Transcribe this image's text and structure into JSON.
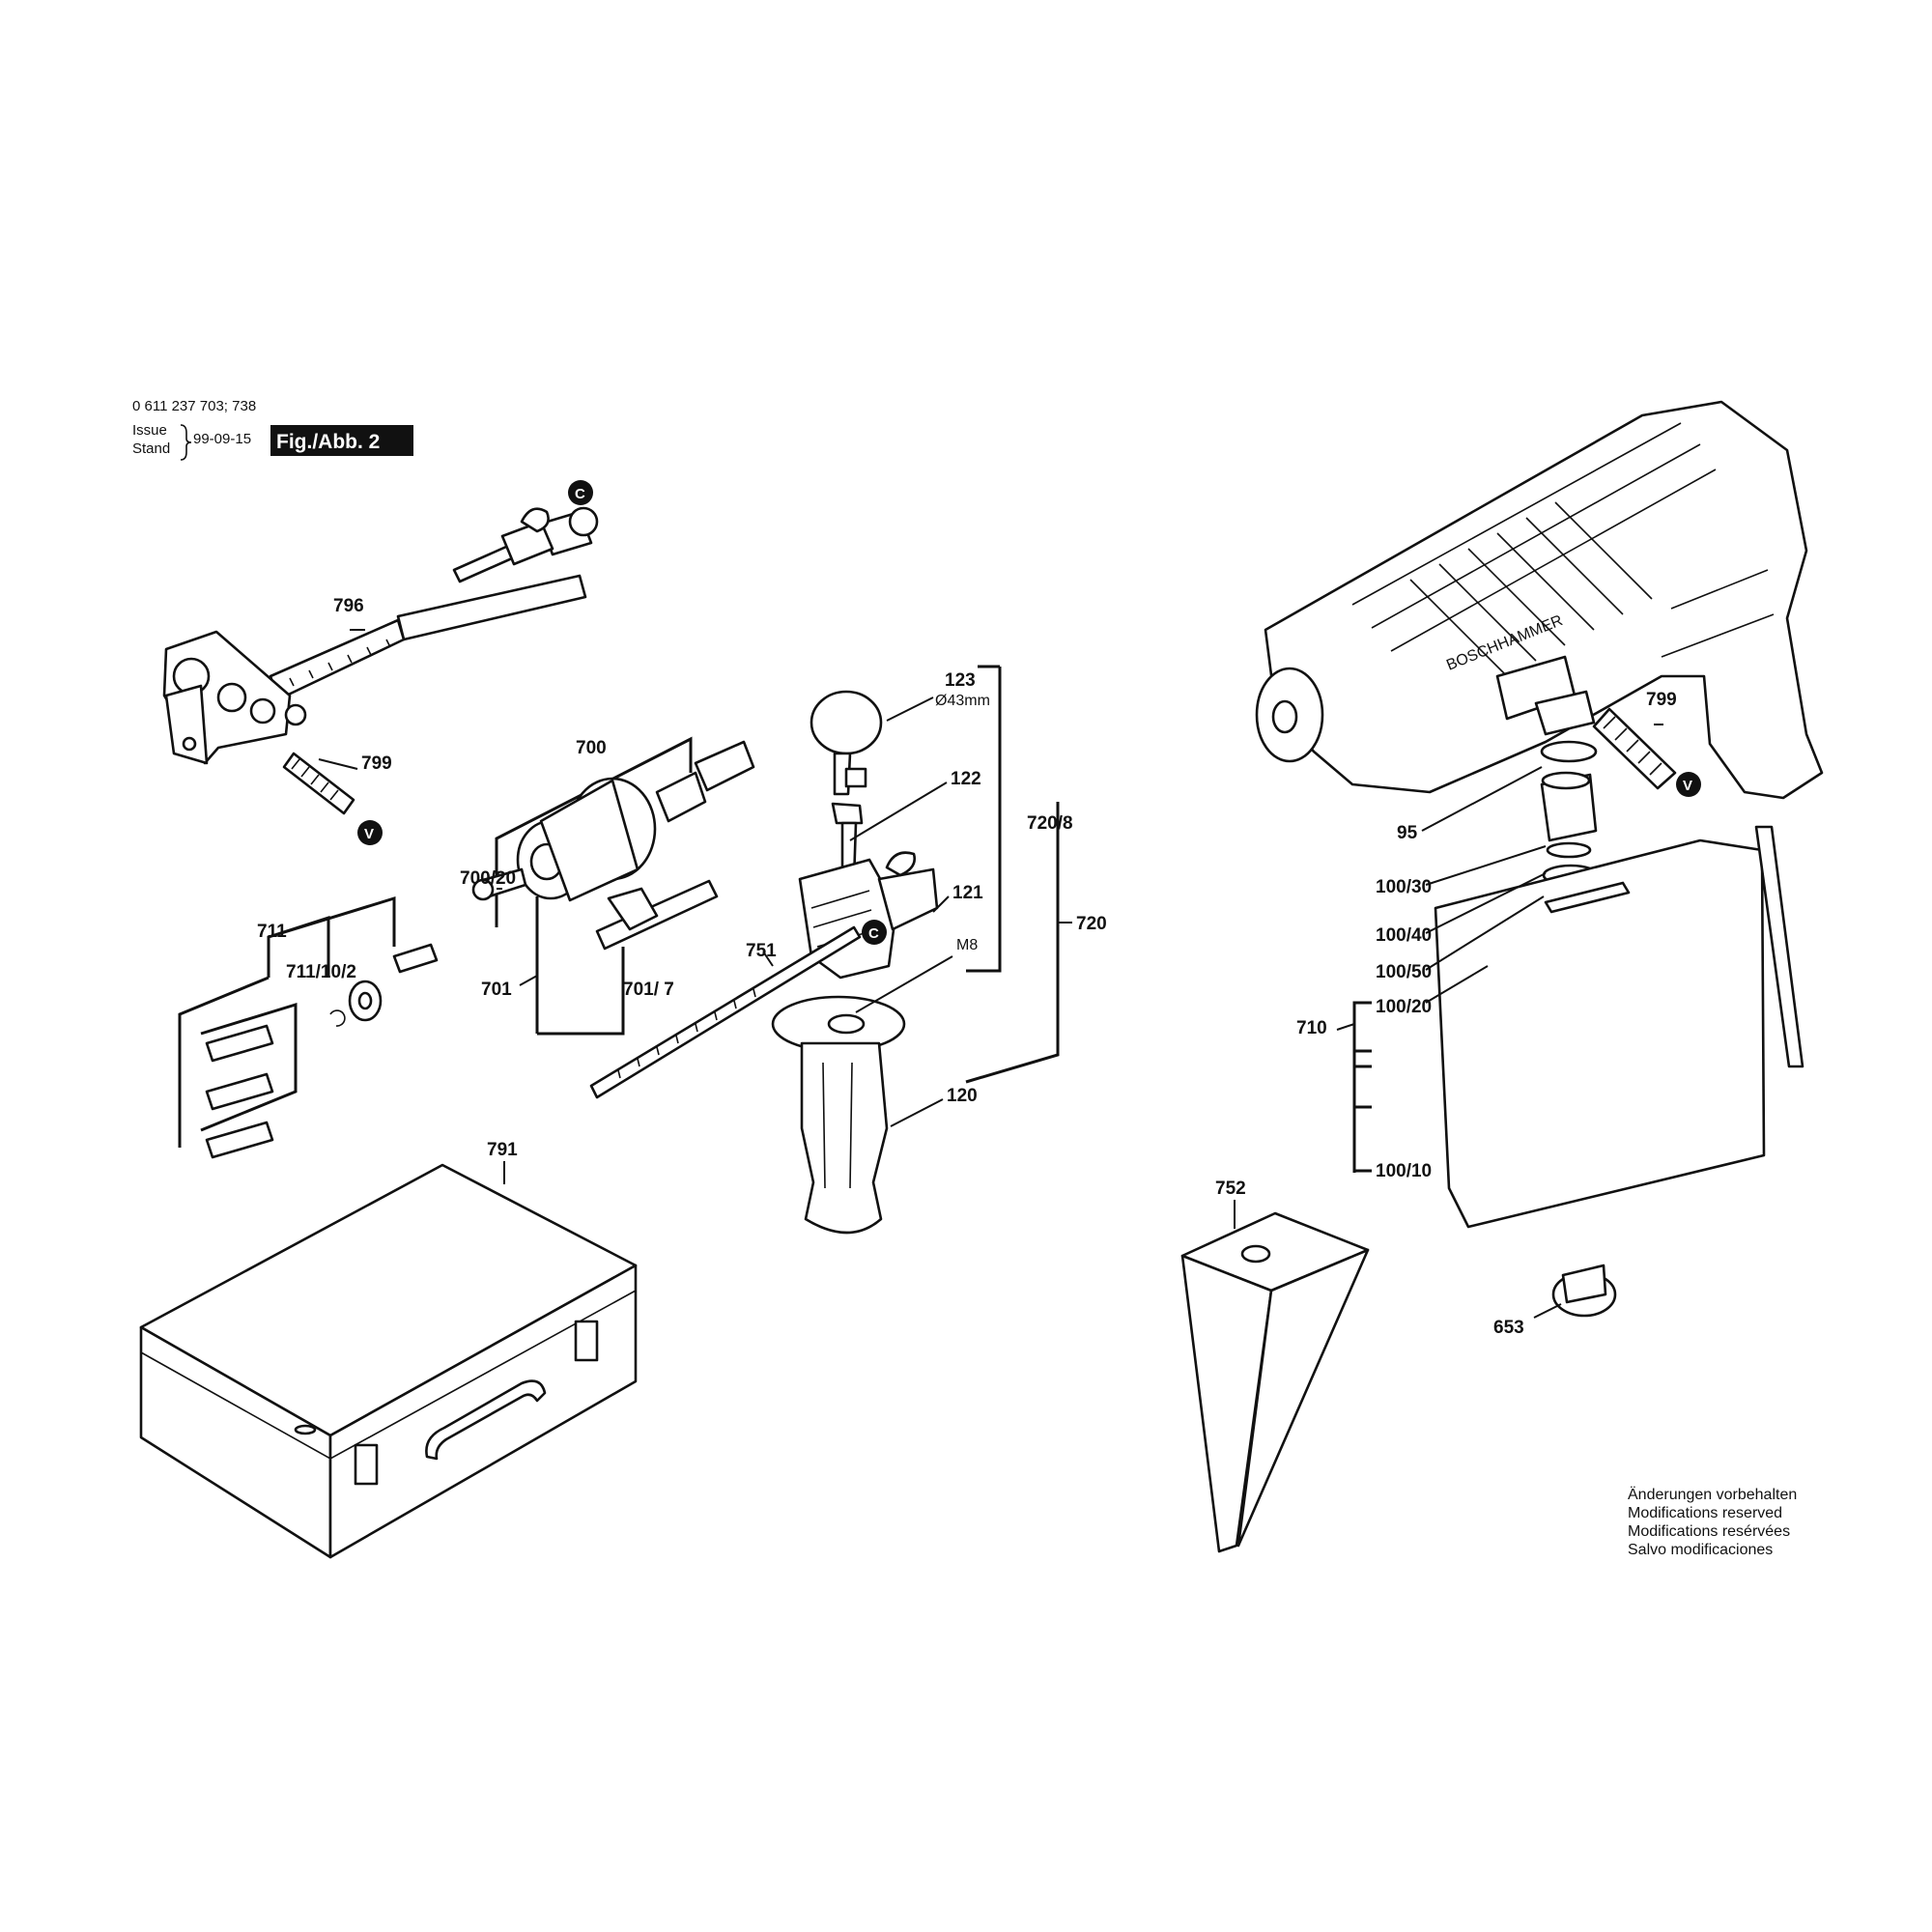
{
  "header": {
    "part_number": "0 611 237 703; 738",
    "issue_label": "Issue",
    "stand_label": "Stand",
    "date": "99-09-15",
    "figure": "Fig./Abb. 2"
  },
  "markers": {
    "c": "C",
    "v": "V"
  },
  "labels": {
    "p796": "796",
    "p799a": "799",
    "p799b": "799",
    "p700": "700",
    "p700_20": "700/20",
    "p701": "701",
    "p701_7": "701/ 7",
    "p711": "711",
    "p711_10_2": "711/10/2",
    "p123": "123",
    "p123_dim": "Ø43mm",
    "p122": "122",
    "p121": "121",
    "p720_8": "720/8",
    "p720": "720",
    "p751": "751",
    "pM8": "M8",
    "p120": "120",
    "p791": "791",
    "p95": "95",
    "p100_30": "100/30",
    "p100_40": "100/40",
    "p100_50": "100/50",
    "p100_20": "100/20",
    "p100_10": "100/10",
    "p710": "710",
    "p752": "752",
    "p653": "653",
    "housing_brand": "BOSCHHAMMER"
  },
  "notice": [
    "Änderungen vorbehalten",
    "Modifications reserved",
    "Modifications resérvées",
    "Salvo modificaciones"
  ]
}
